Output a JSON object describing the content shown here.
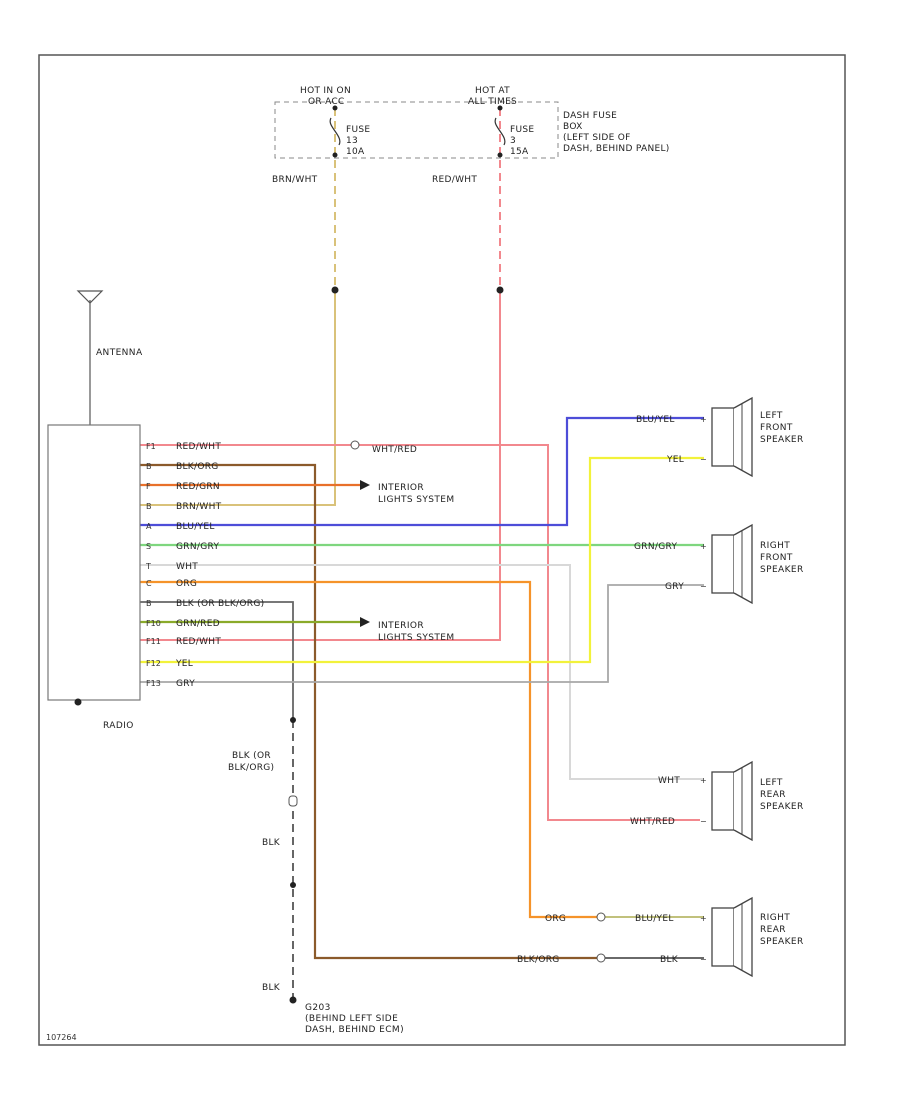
{
  "fuse_box": {
    "hot1_line1": "HOT IN ON",
    "hot1_line2": "OR ACC",
    "hot2_line1": "HOT AT",
    "hot2_line2": "ALL TIMES",
    "fuse1_line1": "FUSE",
    "fuse1_line2": "13",
    "fuse1_line3": "10A",
    "fuse2_line1": "FUSE",
    "fuse2_line2": "3",
    "fuse2_line3": "15A",
    "box_line1": "DASH FUSE",
    "box_line2": "BOX",
    "box_line3": "(LEFT SIDE OF",
    "box_line4": "DASH, BEHIND PANEL)",
    "wire1": "BRN/WHT",
    "wire2": "RED/WHT"
  },
  "antenna": {
    "label": "ANTENNA"
  },
  "radio": {
    "label": "RADIO",
    "pins": [
      "F1",
      "B",
      "F",
      "B",
      "A",
      "S",
      "T",
      "C",
      "B",
      "F10",
      "F11",
      "F12",
      "F13"
    ]
  },
  "radio_wires": [
    "RED/WHT",
    "BLK/ORG",
    "RED/GRN",
    "BRN/WHT",
    "BLU/YEL",
    "GRN/GRY",
    "WHT",
    "ORG",
    "BLK (OR BLK/ORG)",
    "GRN/RED",
    "RED/WHT",
    "YEL",
    "GRY"
  ],
  "connectors": {
    "wht_red": "WHT/RED",
    "lights1_line1": "INTERIOR",
    "lights1_line2": "LIGHTS SYSTEM",
    "lights2_line1": "INTERIOR",
    "lights2_line2": "LIGHTS SYSTEM"
  },
  "speakers": {
    "lf": {
      "line1": "LEFT",
      "line2": "FRONT",
      "line3": "SPEAKER",
      "wire_top": "BLU/YEL",
      "wire_bot": "YEL"
    },
    "rf": {
      "line1": "RIGHT",
      "line2": "FRONT",
      "line3": "SPEAKER",
      "wire_top": "GRN/GRY",
      "wire_bot": "GRY"
    },
    "lr": {
      "line1": "LEFT",
      "line2": "REAR",
      "line3": "SPEAKER",
      "wire_top": "WHT",
      "wire_bot": "WHT/RED"
    },
    "rr": {
      "line1": "RIGHT",
      "line2": "REAR",
      "line3": "SPEAKER",
      "wire_top": "BLU/YEL",
      "wire_bot": "BLK"
    }
  },
  "ground": {
    "wire1_line1": "BLK (OR",
    "wire1_line2": "BLK/ORG)",
    "wire2": "BLK",
    "wire3": "BLK",
    "g_line1": "G203",
    "g_line2": "(BEHIND LEFT SIDE",
    "g_line3": "DASH, BEHIND ECM)"
  },
  "rr_wires": {
    "org": "ORG",
    "blk_org": "BLK/ORG"
  },
  "footer": {
    "code": "107264"
  },
  "colors": {
    "red": "#f2888e",
    "brown": "#8b5a2b",
    "orange": "#f5932a",
    "tan": "#d9c27a",
    "blue": "#4d4dd8",
    "green": "#7ed67e",
    "white_wire": "#d8d8d8",
    "yellow": "#f2f23a",
    "gray": "#a8a8a8",
    "black": "#222222"
  }
}
